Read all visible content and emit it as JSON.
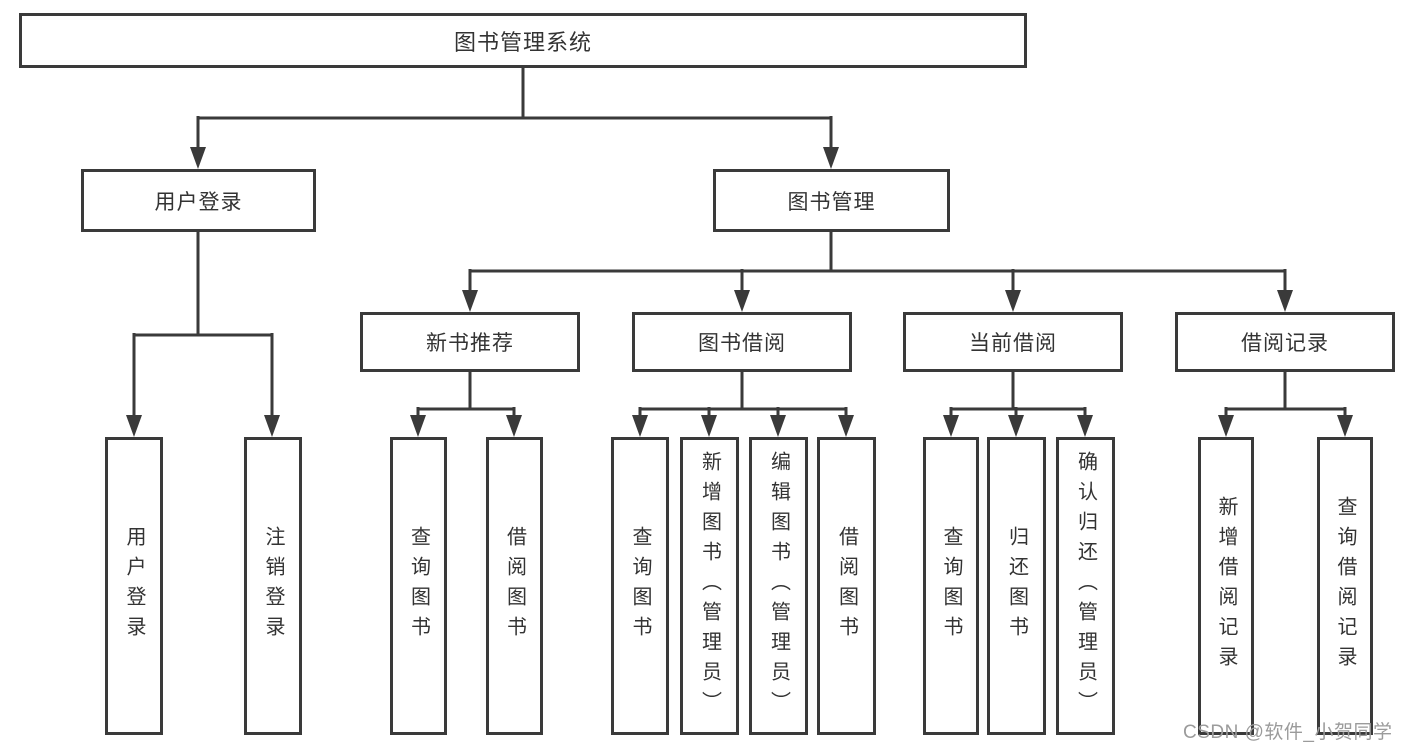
{
  "nodes": {
    "root": {
      "label": "图书管理系统"
    },
    "level2": [
      {
        "label": "用户登录"
      },
      {
        "label": "图书管理"
      }
    ],
    "level3": [
      {
        "label": "新书推荐"
      },
      {
        "label": "图书借阅"
      },
      {
        "label": "当前借阅"
      },
      {
        "label": "借阅记录"
      }
    ],
    "leaves": [
      {
        "label": "用户登录"
      },
      {
        "label": "注销登录"
      },
      {
        "label": "查询图书"
      },
      {
        "label": "借阅图书"
      },
      {
        "label": "查询图书"
      },
      {
        "label": "新增图书（管理员）"
      },
      {
        "label": "编辑图书（管理员）"
      },
      {
        "label": "借阅图书"
      },
      {
        "label": "查询图书"
      },
      {
        "label": "归还图书"
      },
      {
        "label": "确认归还（管理员）"
      },
      {
        "label": "新增借阅记录"
      },
      {
        "label": "查询借阅记录"
      }
    ]
  },
  "watermark": {
    "text": "CSDN @软件_小贺同学"
  },
  "colors": {
    "line": "#3a3a3a",
    "text": "#333333",
    "watermark": "#9b9b9b",
    "background": "#ffffff"
  }
}
